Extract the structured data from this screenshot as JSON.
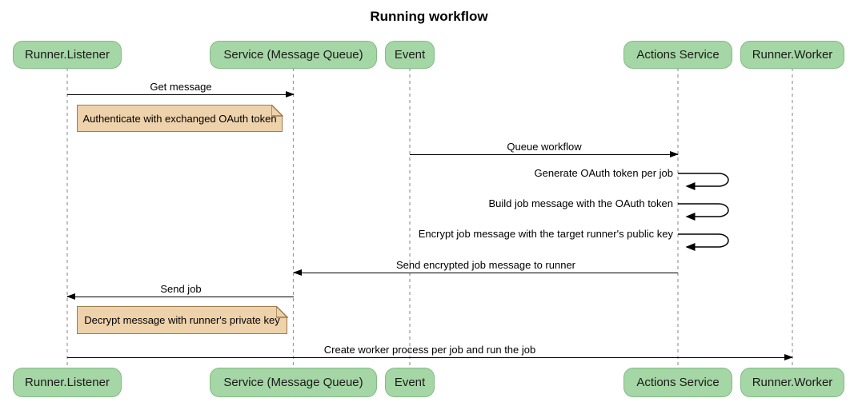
{
  "title": "Running workflow",
  "participants": [
    {
      "label": "Runner.Listener"
    },
    {
      "label": "Service (Message Queue)"
    },
    {
      "label": "Event"
    },
    {
      "label": "Actions Service"
    },
    {
      "label": "Runner.Worker"
    }
  ],
  "messages": [
    {
      "label": "Get message",
      "from": "Runner.Listener",
      "to": "Service (Message Queue)",
      "type": "arrow"
    },
    {
      "label": "Queue workflow",
      "from": "Event",
      "to": "Actions Service",
      "type": "arrow"
    },
    {
      "label": "Generate OAuth token per job",
      "from": "Actions Service",
      "to": "Actions Service",
      "type": "self"
    },
    {
      "label": "Build job message with the OAuth token",
      "from": "Actions Service",
      "to": "Actions Service",
      "type": "self"
    },
    {
      "label": "Encrypt job message with the target runner's public key",
      "from": "Actions Service",
      "to": "Actions Service",
      "type": "self"
    },
    {
      "label": "Send encrypted job message to runner",
      "from": "Actions Service",
      "to": "Service (Message Queue)",
      "type": "arrow"
    },
    {
      "label": "Send job",
      "from": "Service (Message Queue)",
      "to": "Runner.Listener",
      "type": "arrow"
    },
    {
      "label": "Create worker process per job and run the job",
      "from": "Runner.Listener",
      "to": "Runner.Worker",
      "type": "arrow"
    }
  ],
  "notes": [
    {
      "label": "Authenticate with exchanged OAuth token"
    },
    {
      "label": "Decrypt message with runner's private key"
    }
  ],
  "colors": {
    "background": "#ffffff",
    "participant_fill": "#a5d6a5",
    "participant_border": "#84bb84",
    "note_fill": "#eed2ab",
    "note_border": "#9c7b4d",
    "lifeline": "#9a9a9a",
    "arrow": "#000000"
  }
}
